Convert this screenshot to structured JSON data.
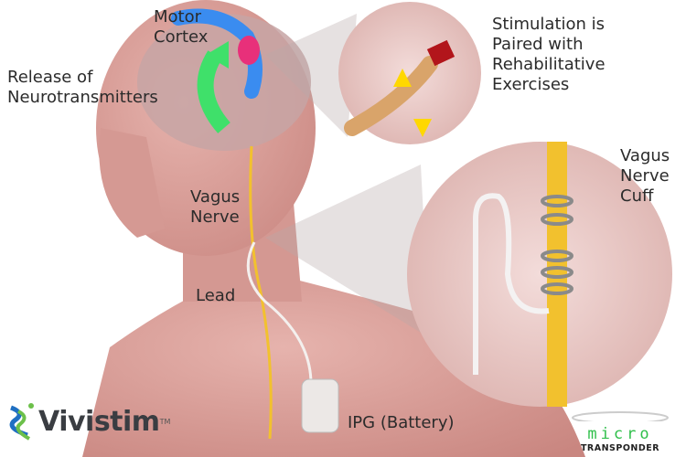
{
  "labels": {
    "motor_cortex": "Motor\nCortex",
    "neurotransmitters": "Release of\nNeurotransmitters",
    "stimulation": "Stimulation is\nPaired with\nRehabilitative\nExercises",
    "vagus_nerve_cuff": "Vagus\nNerve\nCuff",
    "vagus_nerve": "Vagus\nNerve",
    "lead": "Lead",
    "ipg": "IPG (Battery)"
  },
  "logos": {
    "vivistim": "Vivistim",
    "vivistim_tm": "TM",
    "micro": "micro",
    "transponder": "TRANSPONDER"
  },
  "colors": {
    "skin": "#d9a09b",
    "nerve": "#f2c12e",
    "motor_cortex": "#3a8cf0",
    "hotspot": "#e8307a",
    "arrow": "#3fe06a",
    "text": "#2b2b2b"
  }
}
